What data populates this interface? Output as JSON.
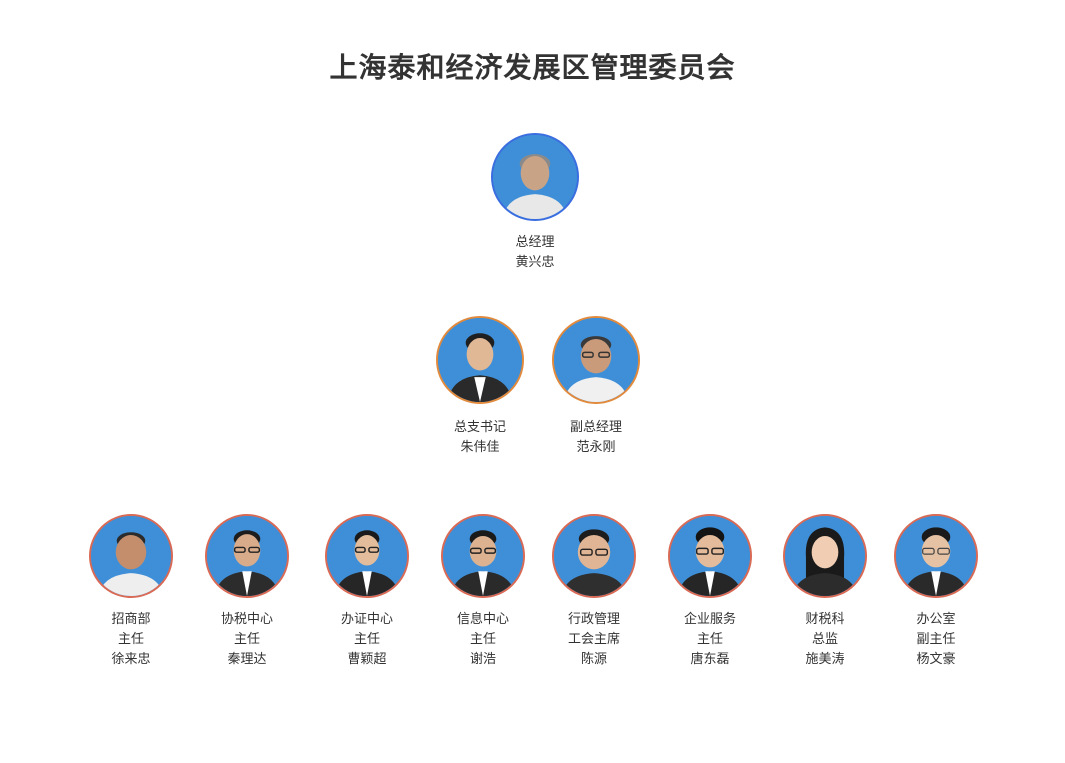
{
  "header": {
    "title": "上海泰和经济发展区管理委员会"
  },
  "colors": {
    "photo_bg": "#3f8fd8",
    "top_border": "#3a6de0",
    "mid_border": "#e28a3c",
    "bottom_border": "#d96a55"
  },
  "leader": {
    "role": "总经理",
    "name": "黄兴忠"
  },
  "deputies": [
    {
      "role": "总支书记",
      "name": "朱伟佳"
    },
    {
      "role": "副总经理",
      "name": "范永刚"
    }
  ],
  "departments": [
    {
      "dept": "招商部",
      "role": "主任",
      "name": "徐来忠"
    },
    {
      "dept": "协税中心",
      "role": "主任",
      "name": "秦理达"
    },
    {
      "dept": "办证中心",
      "role": "主任",
      "name": "曹颖超"
    },
    {
      "dept": "信息中心",
      "role": "主任",
      "name": "谢浩"
    },
    {
      "dept": "行政管理",
      "role": "工会主席",
      "name": "陈源"
    },
    {
      "dept": "企业服务",
      "role": "主任",
      "name": "唐东磊"
    },
    {
      "dept": "财税科",
      "role": "总监",
      "name": "施美涛"
    },
    {
      "dept": "办公室",
      "role": "副主任",
      "name": "杨文豪"
    }
  ]
}
